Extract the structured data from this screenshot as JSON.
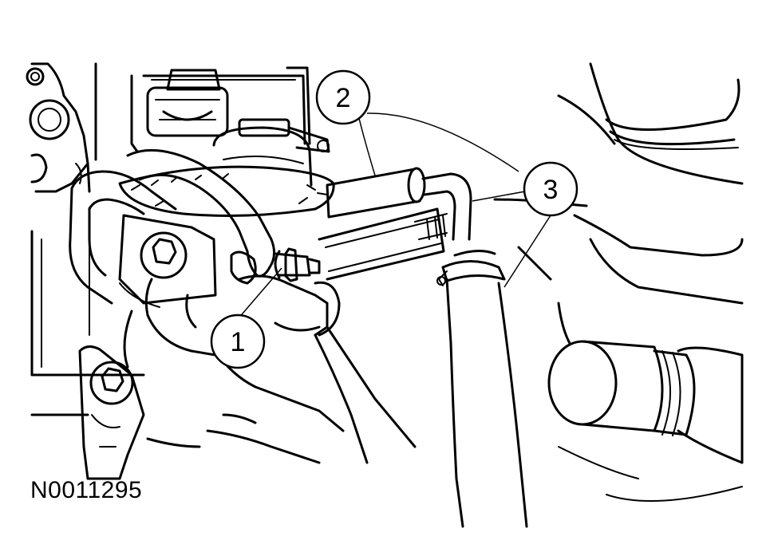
{
  "diagram": {
    "reference_code": "N0011295",
    "callouts": [
      {
        "id": "callout-1",
        "label": "1"
      },
      {
        "id": "callout-2",
        "label": "2"
      },
      {
        "id": "callout-3",
        "label": "3"
      }
    ]
  }
}
